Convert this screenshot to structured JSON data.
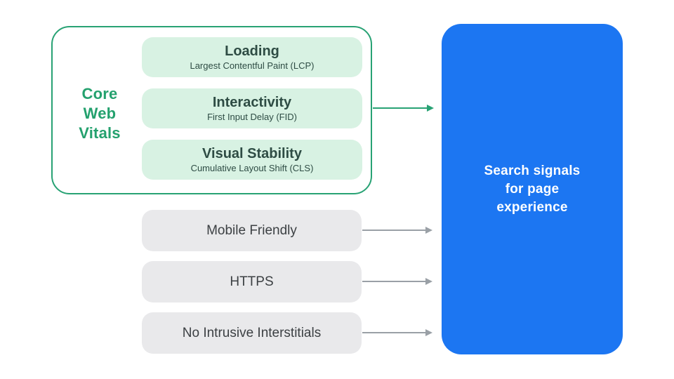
{
  "colors": {
    "green": "#28A274",
    "green-text": "#24A16E",
    "green-pill-bg": "#D8F2E3",
    "green-pill-text": "#2E4C44",
    "gray-pill-bg": "#E9E9EB",
    "gray-pill-text": "#3C4043",
    "arrow-gray": "#9AA0A6",
    "blue": "#1C76F2",
    "blue-text": "#FFFFFF"
  },
  "core_web_vitals": {
    "label": "Core Web Vitals",
    "items": [
      {
        "title": "Loading",
        "subtitle": "Largest Contentful Paint (LCP)"
      },
      {
        "title": "Interactivity",
        "subtitle": "First Input Delay (FID)"
      },
      {
        "title": "Visual Stability",
        "subtitle": "Cumulative Layout Shift (CLS)"
      }
    ]
  },
  "other_signals": [
    {
      "label": "Mobile Friendly"
    },
    {
      "label": "HTTPS"
    },
    {
      "label": "No Intrusive Interstitials"
    }
  ],
  "result": {
    "label": "Search signals for page experience"
  }
}
